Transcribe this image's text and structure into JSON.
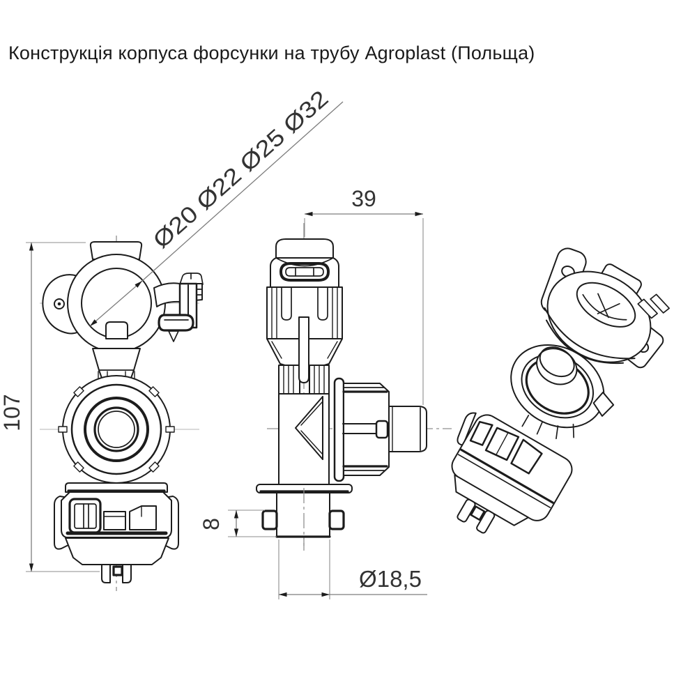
{
  "title": "Конструкція корпуса форсунки на трубу Agroplast (Польща)",
  "callouts": {
    "pipe_diameters": "Ø20 Ø22 Ø25 Ø32",
    "overall_height_mm": "107",
    "outlet_length_mm": "39",
    "lug_height_mm": "8",
    "tail_diameter_mm": "Ø18,5"
  },
  "colors": {
    "line": "#1c1c1c",
    "dim": "#7d7d7d",
    "ext": "#8c8c8c",
    "center": "#8f8f8f",
    "text": "#333333",
    "bg": "#ffffff"
  }
}
